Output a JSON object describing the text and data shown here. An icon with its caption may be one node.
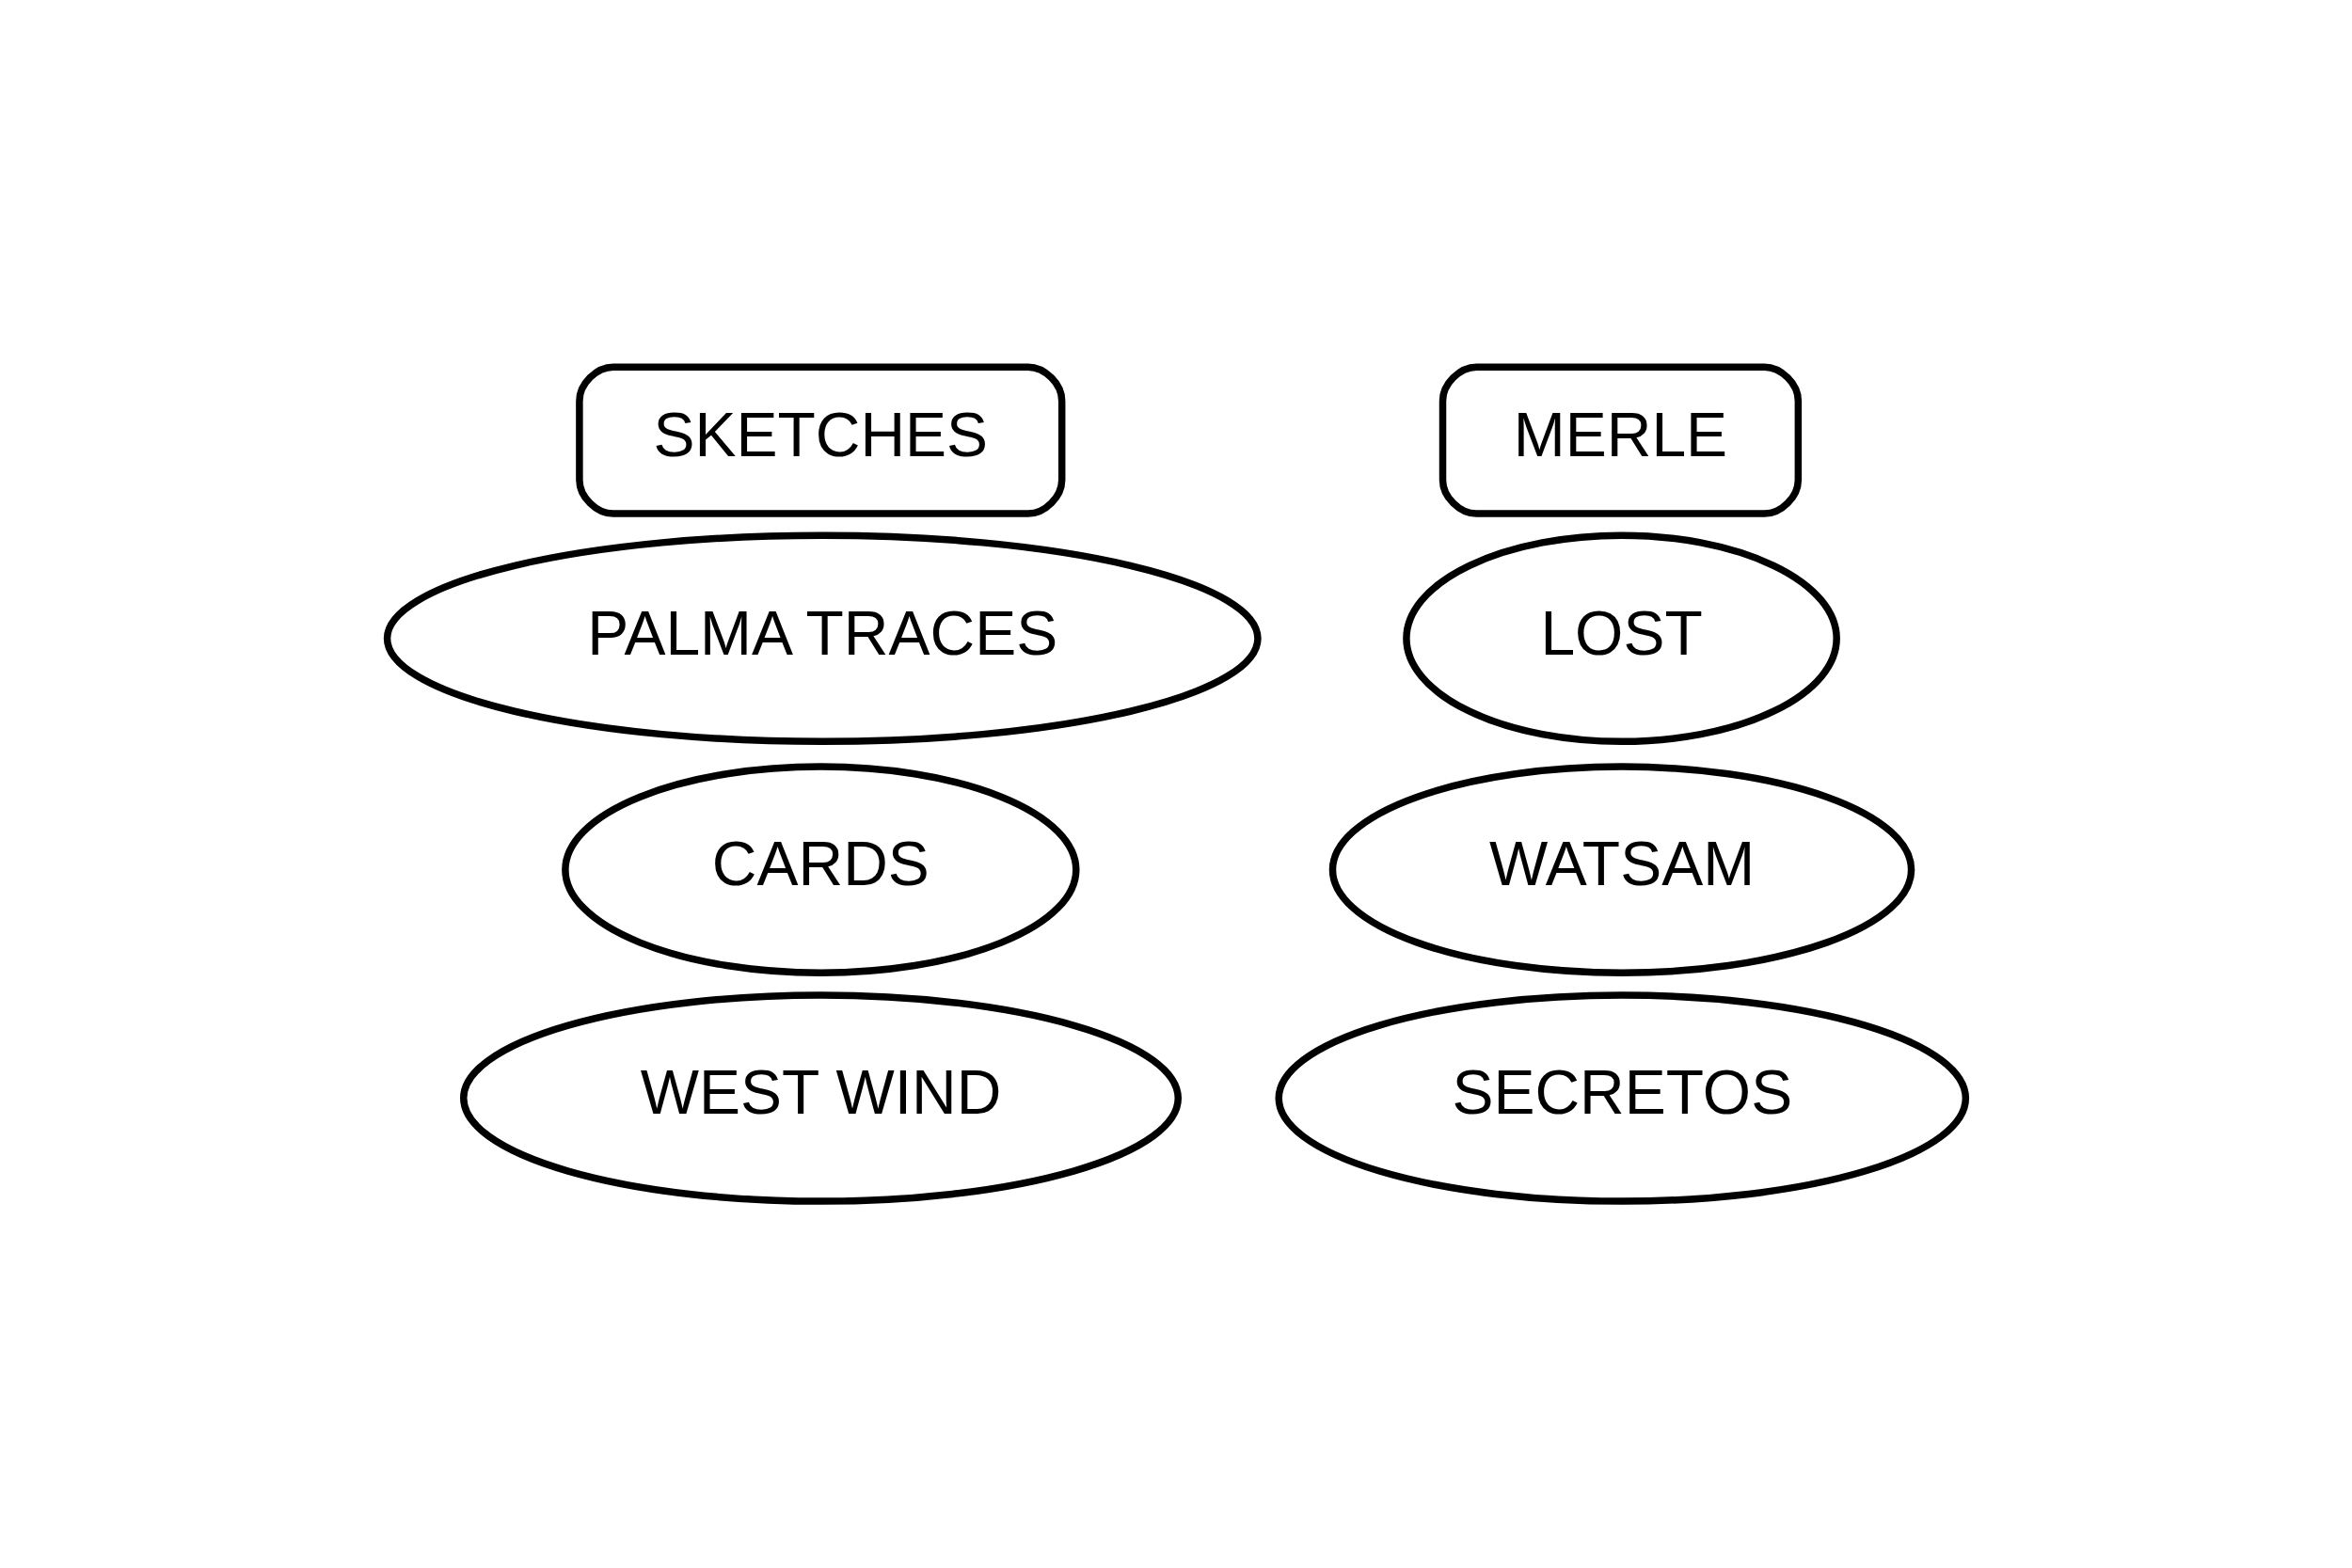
{
  "diagram": {
    "nodes": [
      {
        "text": [
          "SKETCHES"
        ]
      },
      {
        "text": [
          "MERLE"
        ]
      },
      {
        "text": [
          "PALMA TRACES"
        ]
      },
      {
        "text": [
          "LOST"
        ]
      },
      {
        "text": [
          "CARDS"
        ]
      },
      {
        "text": [
          "WATSAM"
        ]
      },
      {
        "text": [
          "WEST WIND"
        ]
      },
      {
        "text": [
          "SECRETOS"
        ]
      }
    ],
    "edges": []
  }
}
